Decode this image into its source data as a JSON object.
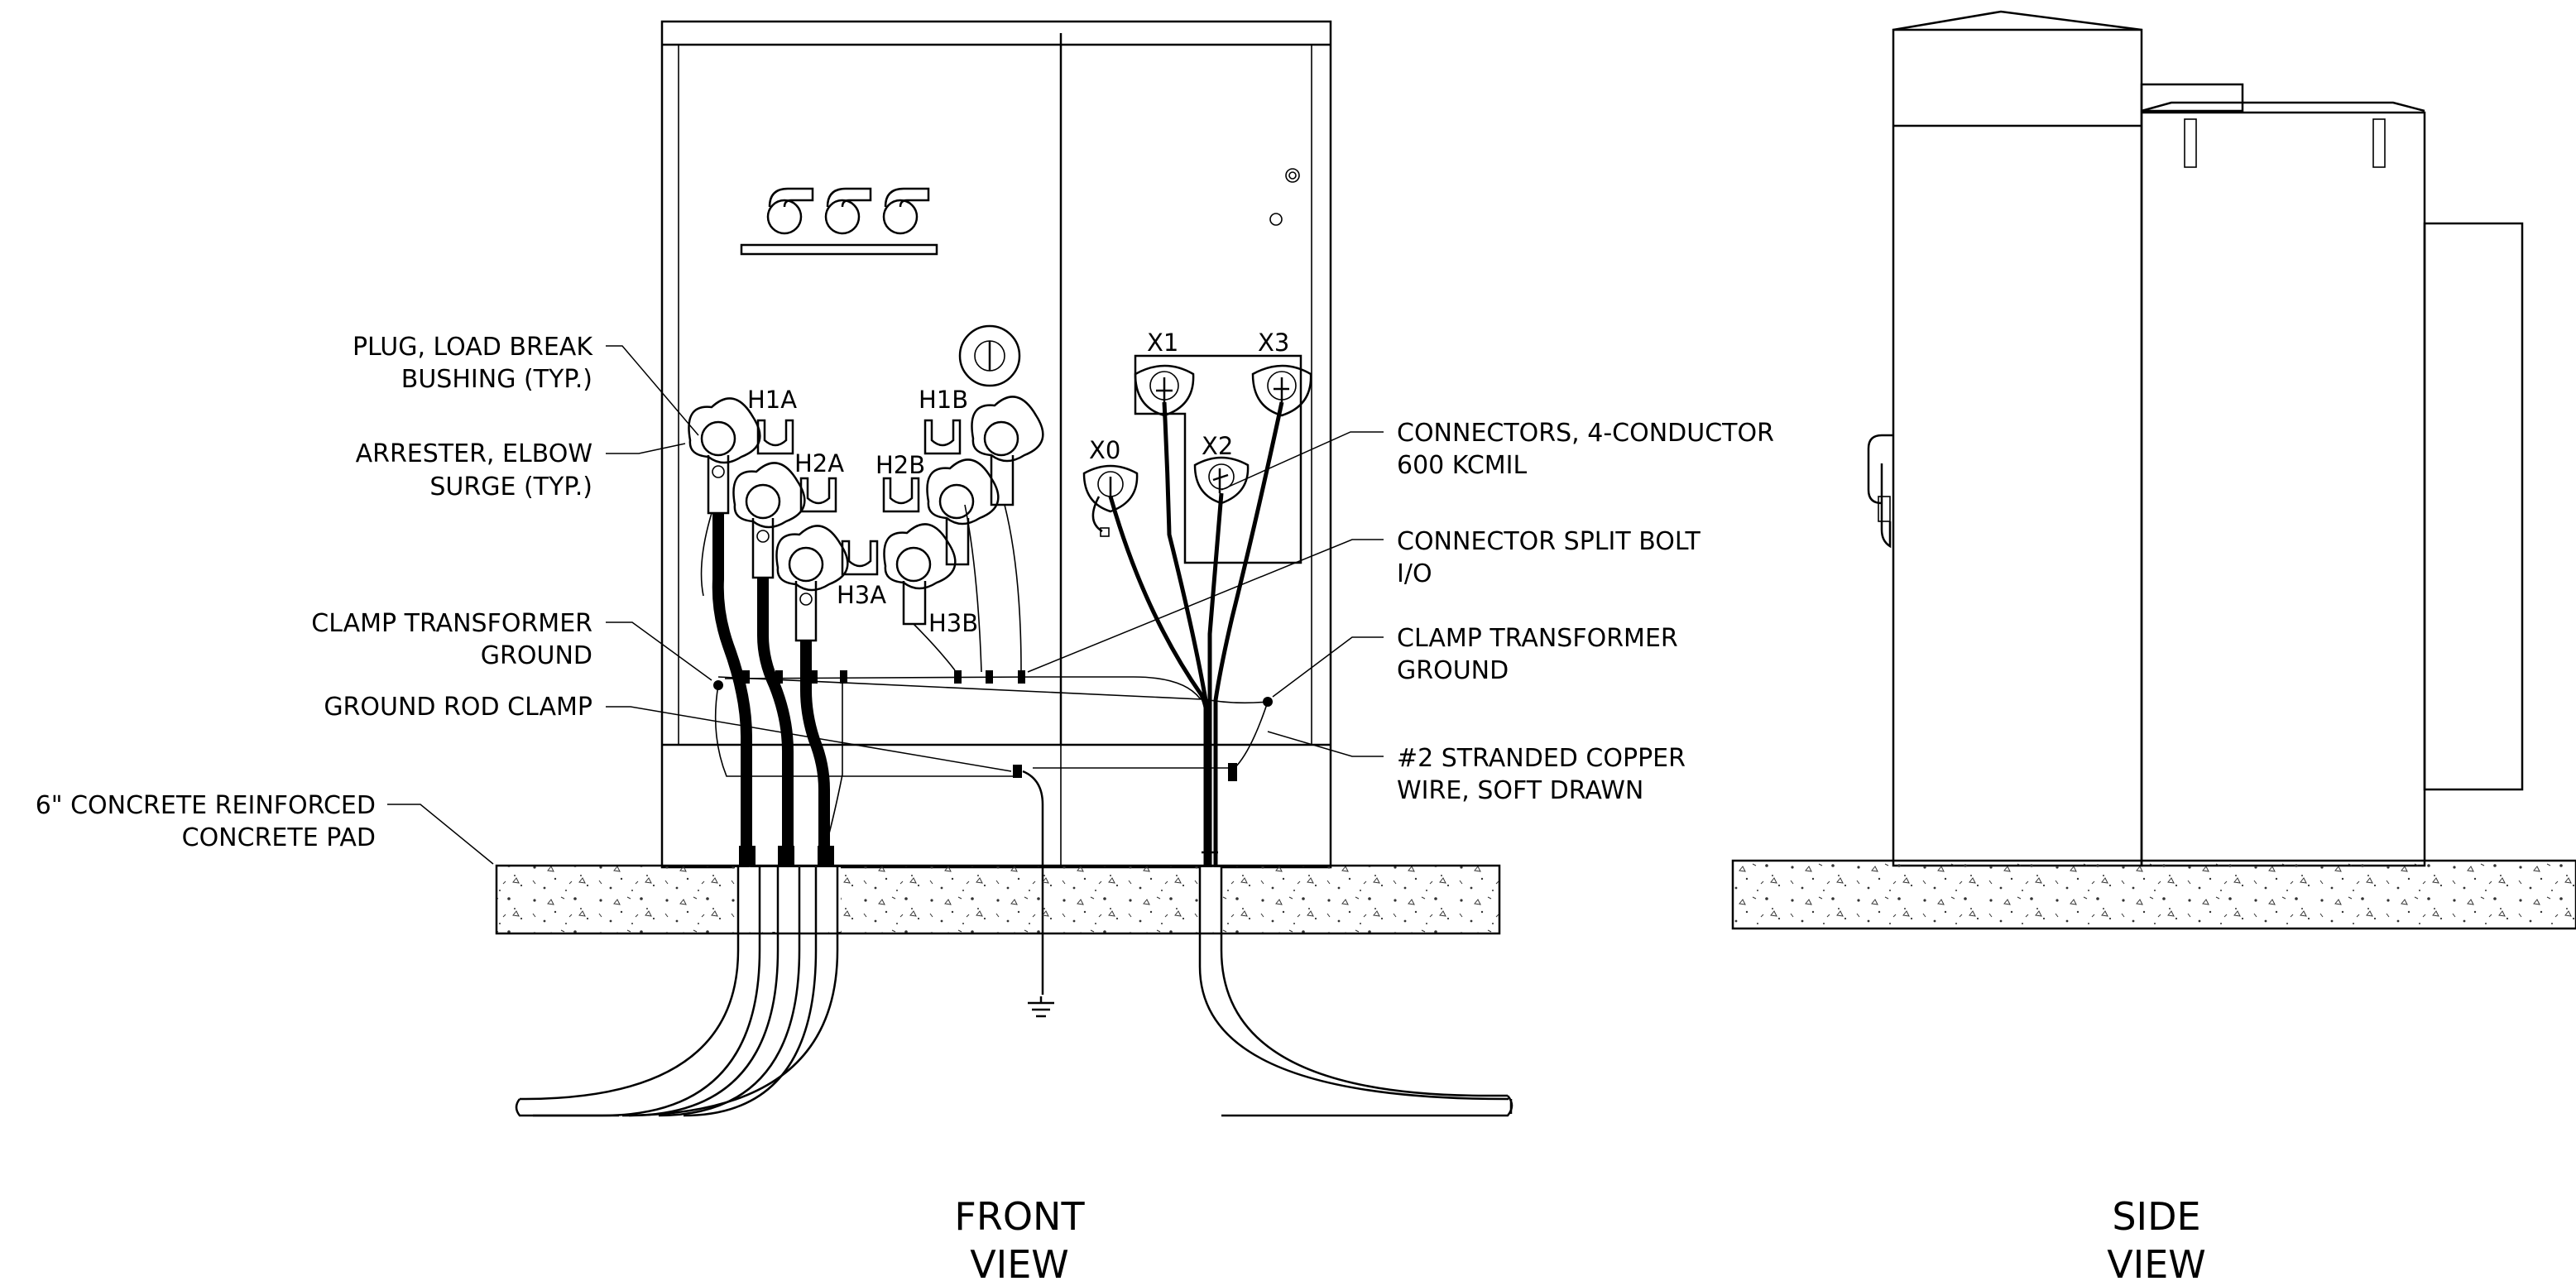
{
  "callouts_left": {
    "plug_1": "PLUG, LOAD BREAK",
    "plug_2": "BUSHING (TYP.)",
    "arrester_1": "ARRESTER, ELBOW",
    "arrester_2": "SURGE (TYP.)",
    "clamp_1": "CLAMP TRANSFORMER",
    "clamp_2": "GROUND",
    "ground_rod": "GROUND ROD CLAMP",
    "pad_1": "6\" CONCRETE REINFORCED",
    "pad_2": "CONCRETE PAD"
  },
  "callouts_right": {
    "connectors_1": "CONNECTORS, 4-CONDUCTOR",
    "connectors_2": "600 KCMIL",
    "split_bolt_1": "CONNECTOR SPLIT BOLT",
    "split_bolt_2": "I/O",
    "clamp_1": "CLAMP TRANSFORMER",
    "clamp_2": "GROUND",
    "wire_1": "#2 STRANDED COPPER",
    "wire_2": "WIRE, SOFT DRAWN"
  },
  "terminals": {
    "h1a": "H1A",
    "h2a": "H2A",
    "h3a": "H3A",
    "h1b": "H1B",
    "h2b": "H2B",
    "h3b": "H3B",
    "x0": "X0",
    "x1": "X1",
    "x2": "X2",
    "x3": "X3"
  },
  "views": {
    "front_1": "FRONT",
    "front_2": "VIEW",
    "side_1": "SIDE",
    "side_2": "VIEW"
  }
}
